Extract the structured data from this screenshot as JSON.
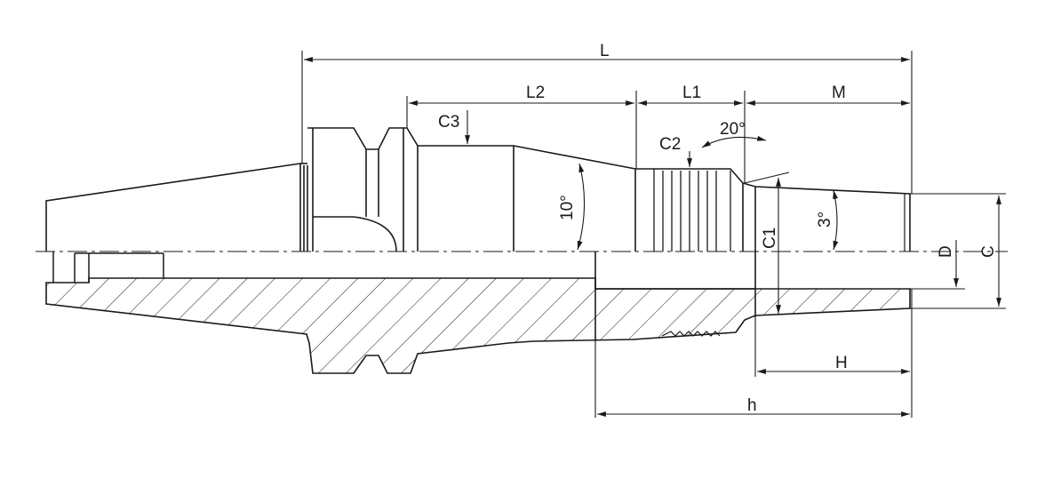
{
  "labels": {
    "L": "L",
    "L1": "L1",
    "L2": "L2",
    "M": "M",
    "C": "C",
    "C1": "C1",
    "C2": "C2",
    "C3": "C3",
    "D": "D",
    "H": "H",
    "h": "h",
    "angle_10": "10°",
    "angle_20": "20°",
    "angle_3": "3°"
  },
  "colors": {
    "line": "#1a1a1a",
    "background": "#ffffff"
  }
}
